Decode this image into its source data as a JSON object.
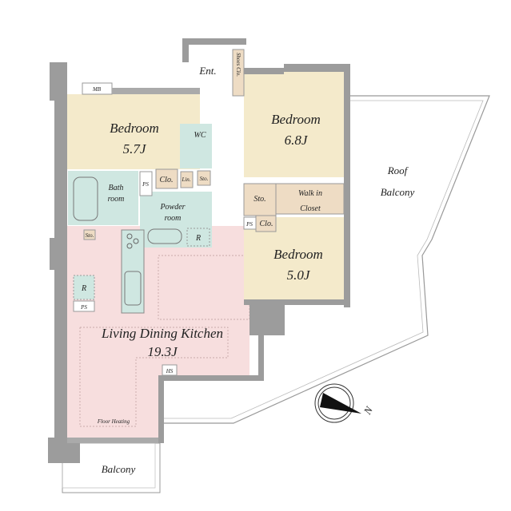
{
  "colors": {
    "bedroom": "#f4eacb",
    "wet": "#cfe7e1",
    "ldk": "#f7dede",
    "storage": "#eedcc4",
    "wall": "#9c9c9c"
  },
  "rooms": {
    "bedroom1": {
      "name": "Bedroom",
      "size": "5.7J"
    },
    "bedroom2": {
      "name": "Bedroom",
      "size": "6.8J"
    },
    "bedroom3": {
      "name": "Bedroom",
      "size": "5.0J"
    },
    "ldk": {
      "name": "Living Dining Kitchen",
      "size": "19.3J"
    },
    "entrance": "Ent.",
    "shoes_closet": "Shoes Clo.",
    "wc": "WC",
    "bath": [
      "Bath",
      "room"
    ],
    "powder": [
      "Powder",
      "room"
    ],
    "walk_in": [
      "Walk in",
      "Closet"
    ],
    "roof_balcony": [
      "Roof",
      "Balcony"
    ],
    "balcony": "Balcony"
  },
  "labels": {
    "mb": "MB",
    "ps": "PS",
    "clo": "Clo.",
    "lin": "Lin.",
    "sto": "Sto.",
    "r": "R",
    "hs": "HS",
    "floor_heating": "Floor Heating",
    "north": "N"
  }
}
